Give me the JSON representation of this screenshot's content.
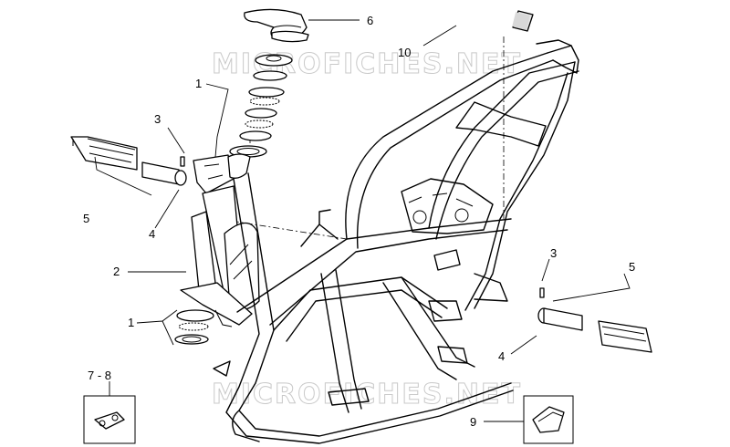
{
  "watermark": {
    "text": "MICROFICHES.NET"
  },
  "callouts": {
    "c6": "6",
    "c10": "10",
    "c1_top": "1",
    "c3_left": "3",
    "c5_left": "5",
    "c4_left": "4",
    "c2": "2",
    "c1_bottom": "1",
    "c3_right": "3",
    "c5_right": "5",
    "c4_right": "4",
    "c78": "7 - 8",
    "c9": "9"
  }
}
